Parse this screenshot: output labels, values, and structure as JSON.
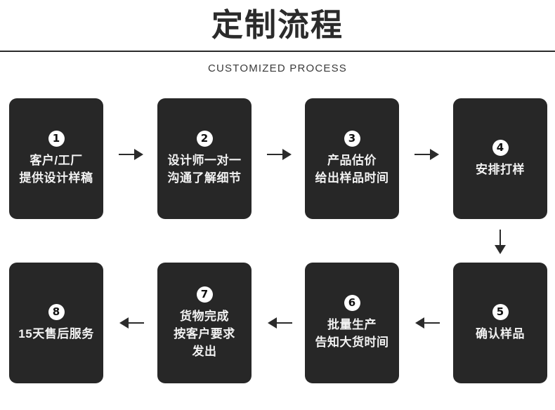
{
  "header": {
    "title": "定制流程",
    "subtitle": "CUSTOMIZED PROCESS"
  },
  "colors": {
    "box_background": "#272727",
    "box_text": "#f2f2f2",
    "badge_background": "#ffffff",
    "badge_text": "#111111",
    "page_background": "#ffffff",
    "rule": "#2b2b2b",
    "arrow": "#2b2b2b"
  },
  "flow": {
    "steps": [
      {
        "number": "1",
        "lines": [
          "客户/工厂",
          "提供设计样稿"
        ]
      },
      {
        "number": "2",
        "lines": [
          "设计师一对一",
          "沟通了解细节"
        ]
      },
      {
        "number": "3",
        "lines": [
          "产品估价",
          "给出样品时间"
        ]
      },
      {
        "number": "4",
        "lines": [
          "安排打样"
        ]
      },
      {
        "number": "5",
        "lines": [
          "确认样品"
        ]
      },
      {
        "number": "6",
        "lines": [
          "批量生产",
          "告知大货时间"
        ]
      },
      {
        "number": "7",
        "lines": [
          "货物完成",
          "按客户要求",
          "发出"
        ]
      },
      {
        "number": "8",
        "lines": [
          "15天售后服务"
        ]
      }
    ],
    "connectors": [
      {
        "from": "1",
        "to": "2",
        "direction": "right"
      },
      {
        "from": "2",
        "to": "3",
        "direction": "right"
      },
      {
        "from": "3",
        "to": "4",
        "direction": "right"
      },
      {
        "from": "4",
        "to": "5",
        "direction": "down"
      },
      {
        "from": "5",
        "to": "6",
        "direction": "left"
      },
      {
        "from": "6",
        "to": "7",
        "direction": "left"
      },
      {
        "from": "7",
        "to": "8",
        "direction": "left"
      }
    ]
  }
}
